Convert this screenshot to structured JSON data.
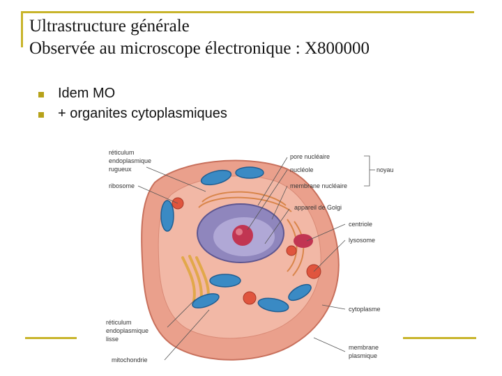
{
  "slide": {
    "title_line1": "Ultrastructure générale",
    "title_line2": "Observée au microscope électronique : X800000",
    "bullets": [
      "Idem MO",
      "+ organites cytoplasmiques"
    ]
  },
  "figure": {
    "labels": {
      "reticulum_rugueux": [
        "réticulum",
        "endoplasmique",
        "rugueux"
      ],
      "ribosome": "ribosome",
      "pore_nucleaire": "pore nucléaire",
      "nucleole": "nucléole",
      "noyau": "noyau",
      "membrane_nucleaire": "membrane nucléaire",
      "appareil_golgi": "appareil de Golgi",
      "centriole": "centriole",
      "lysosome": "lysosome",
      "cytoplasme": "cytoplasme",
      "reticulum_lisse": [
        "réticulum",
        "endoplasmique",
        "lisse"
      ],
      "membrane_plasmique": [
        "membrane",
        "plasmique"
      ],
      "mitochondrie": "mitochondrie"
    }
  },
  "colors": {
    "frame_accent": "#c8b42a",
    "bullet_square": "#b6a21a",
    "cytoplasm": "#eaa08c",
    "nucleus": "#8f86bd",
    "nucleolus": "#c13552",
    "mitochondria": "#3a8ac4",
    "golgi": "#e2a84a"
  }
}
